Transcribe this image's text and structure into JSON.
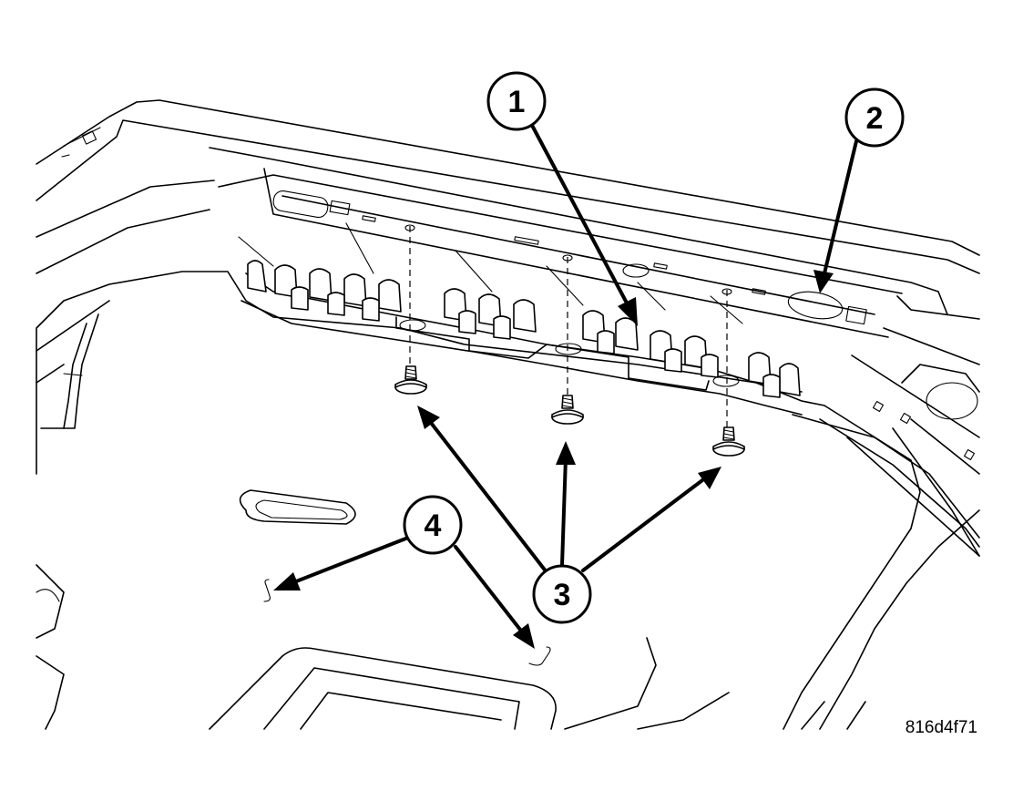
{
  "callouts": [
    {
      "id": "callout-1",
      "label": "1"
    },
    {
      "id": "callout-2",
      "label": "2"
    },
    {
      "id": "callout-3",
      "label": "3"
    },
    {
      "id": "callout-4",
      "label": "4"
    }
  ],
  "reference_code": "816d4f71",
  "icons": [
    "screw-icon",
    "clip-icon"
  ]
}
